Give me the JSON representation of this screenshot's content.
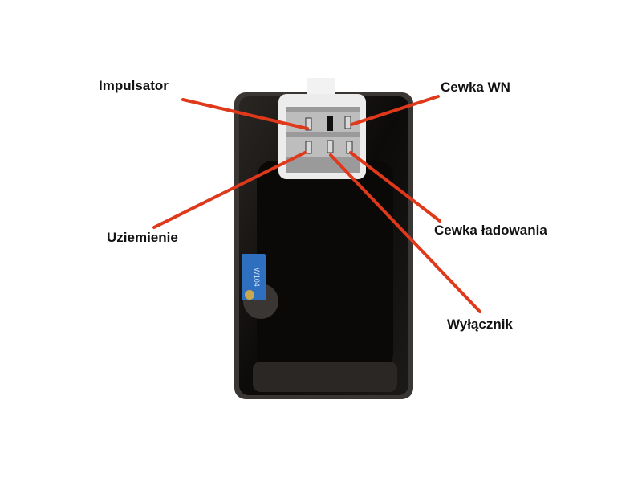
{
  "labels": {
    "impulsator": "Impulsator",
    "cewka_wn": "Cewka WN",
    "uziemienie": "Uziemienie",
    "cewka_ladowania": "Cewka ładowania",
    "wylacznik": "Wyłącznik"
  },
  "trimmer_marking": "W104",
  "colors": {
    "pointer_line": "#e0381a",
    "module_body": "#141210",
    "connector": "#ececec",
    "trimmer": "#2f6fc0"
  }
}
